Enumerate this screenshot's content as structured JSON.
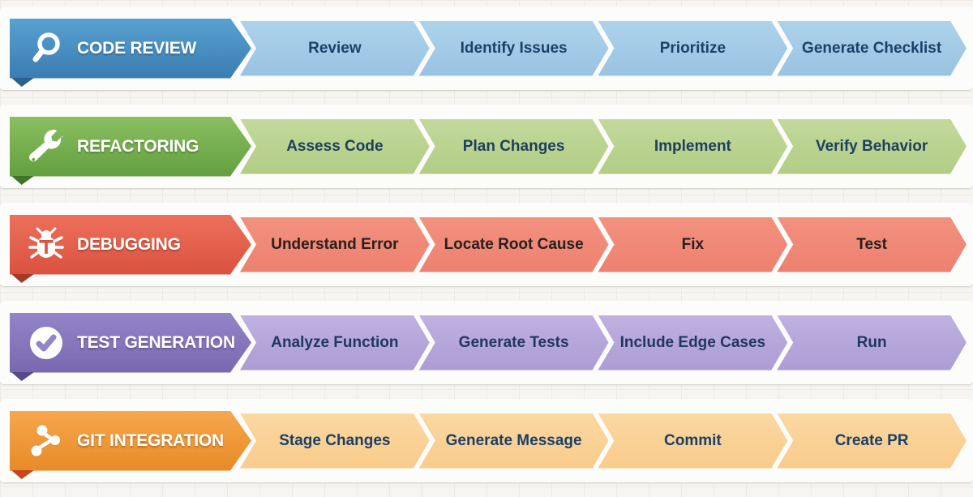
{
  "background": {
    "page": "#f6f5f2",
    "grid_line": "#edeae4",
    "card": "#fcfcfb",
    "divider": "#d6d4cf"
  },
  "rows": [
    {
      "title": "CODE REVIEW",
      "icon": "search-icon",
      "steps": [
        "Review",
        "Identify Issues",
        "Prioritize",
        "Generate Checklist"
      ],
      "colors": {
        "header_top": "#58a1d1",
        "header_bottom": "#3a7db1",
        "fold": "#2a618f",
        "step_top": "#aed2eb",
        "step_bottom": "#98c3e2",
        "step_text": "#1b4168"
      }
    },
    {
      "title": "REFACTORING",
      "icon": "wrench-icon",
      "steps": [
        "Assess Code",
        "Plan Changes",
        "Implement",
        "Verify Behavior"
      ],
      "colors": {
        "header_top": "#8abf62",
        "header_bottom": "#639f3d",
        "fold": "#41762a",
        "step_top": "#c3d99b",
        "step_bottom": "#b1cd85",
        "step_text": "#1c3f5e"
      }
    },
    {
      "title": "DEBUGGING",
      "icon": "bug-icon",
      "steps": [
        "Understand Error",
        "Locate Root Cause",
        "Fix",
        "Test"
      ],
      "colors": {
        "header_top": "#ec705b",
        "header_bottom": "#da523f",
        "fold": "#a33a28",
        "step_top": "#f2917f",
        "step_bottom": "#ee8170",
        "step_text": "#27201e"
      }
    },
    {
      "title": "TEST GENERATION",
      "icon": "check-circle-icon",
      "steps": [
        "Analyze Function",
        "Generate Tests",
        "Include Edge Cases",
        "Run"
      ],
      "colors": {
        "header_top": "#9385c8",
        "header_bottom": "#7968af",
        "fold": "#564a8c",
        "step_top": "#bfb1e0",
        "step_bottom": "#ac9cd4",
        "step_text": "#203760"
      }
    },
    {
      "title": "GIT INTEGRATION",
      "icon": "git-branch-icon",
      "steps": [
        "Stage Changes",
        "Generate Message",
        "Commit",
        "Create PR"
      ],
      "colors": {
        "header_top": "#f6a74d",
        "header_bottom": "#e88a27",
        "fold": "#c2491c",
        "step_top": "#fbd8a2",
        "step_bottom": "#f8cb8a",
        "step_text": "#1c3f66"
      }
    }
  ]
}
